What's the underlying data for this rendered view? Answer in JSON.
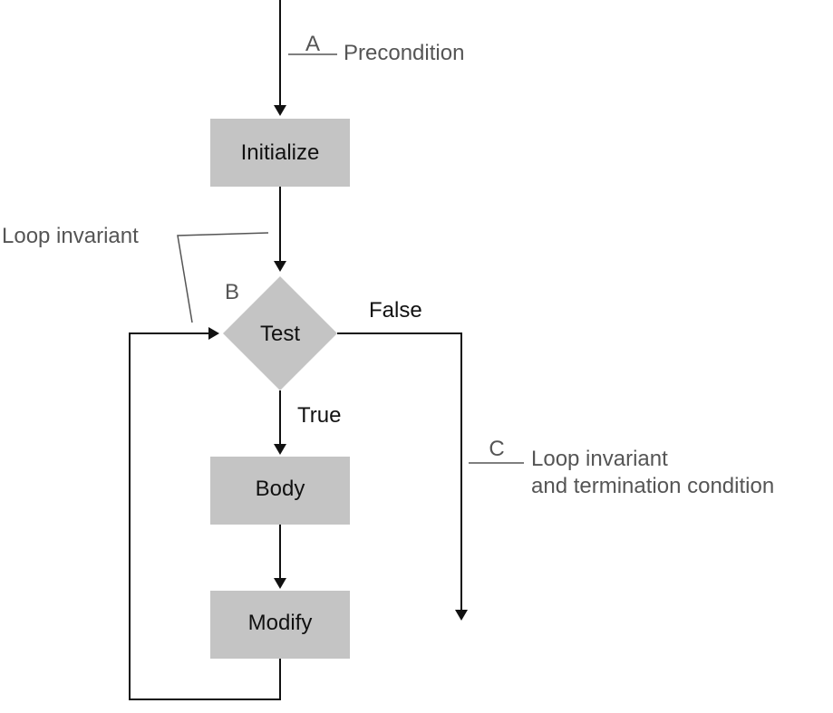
{
  "nodes": {
    "initialize": "Initialize",
    "test": "Test",
    "body": "Body",
    "modify": "Modify"
  },
  "edges": {
    "true_label": "True",
    "false_label": "False"
  },
  "assertions": {
    "a": {
      "letter": "A",
      "text": "Precondition"
    },
    "b": {
      "letter": "B",
      "text": "Loop invariant"
    },
    "c": {
      "letter": "C",
      "text_line1": "Loop invariant",
      "text_line2": "and termination condition"
    }
  },
  "colors": {
    "box_fill": "#c4c4c4",
    "line": "#111111",
    "annotation": "#555555"
  }
}
